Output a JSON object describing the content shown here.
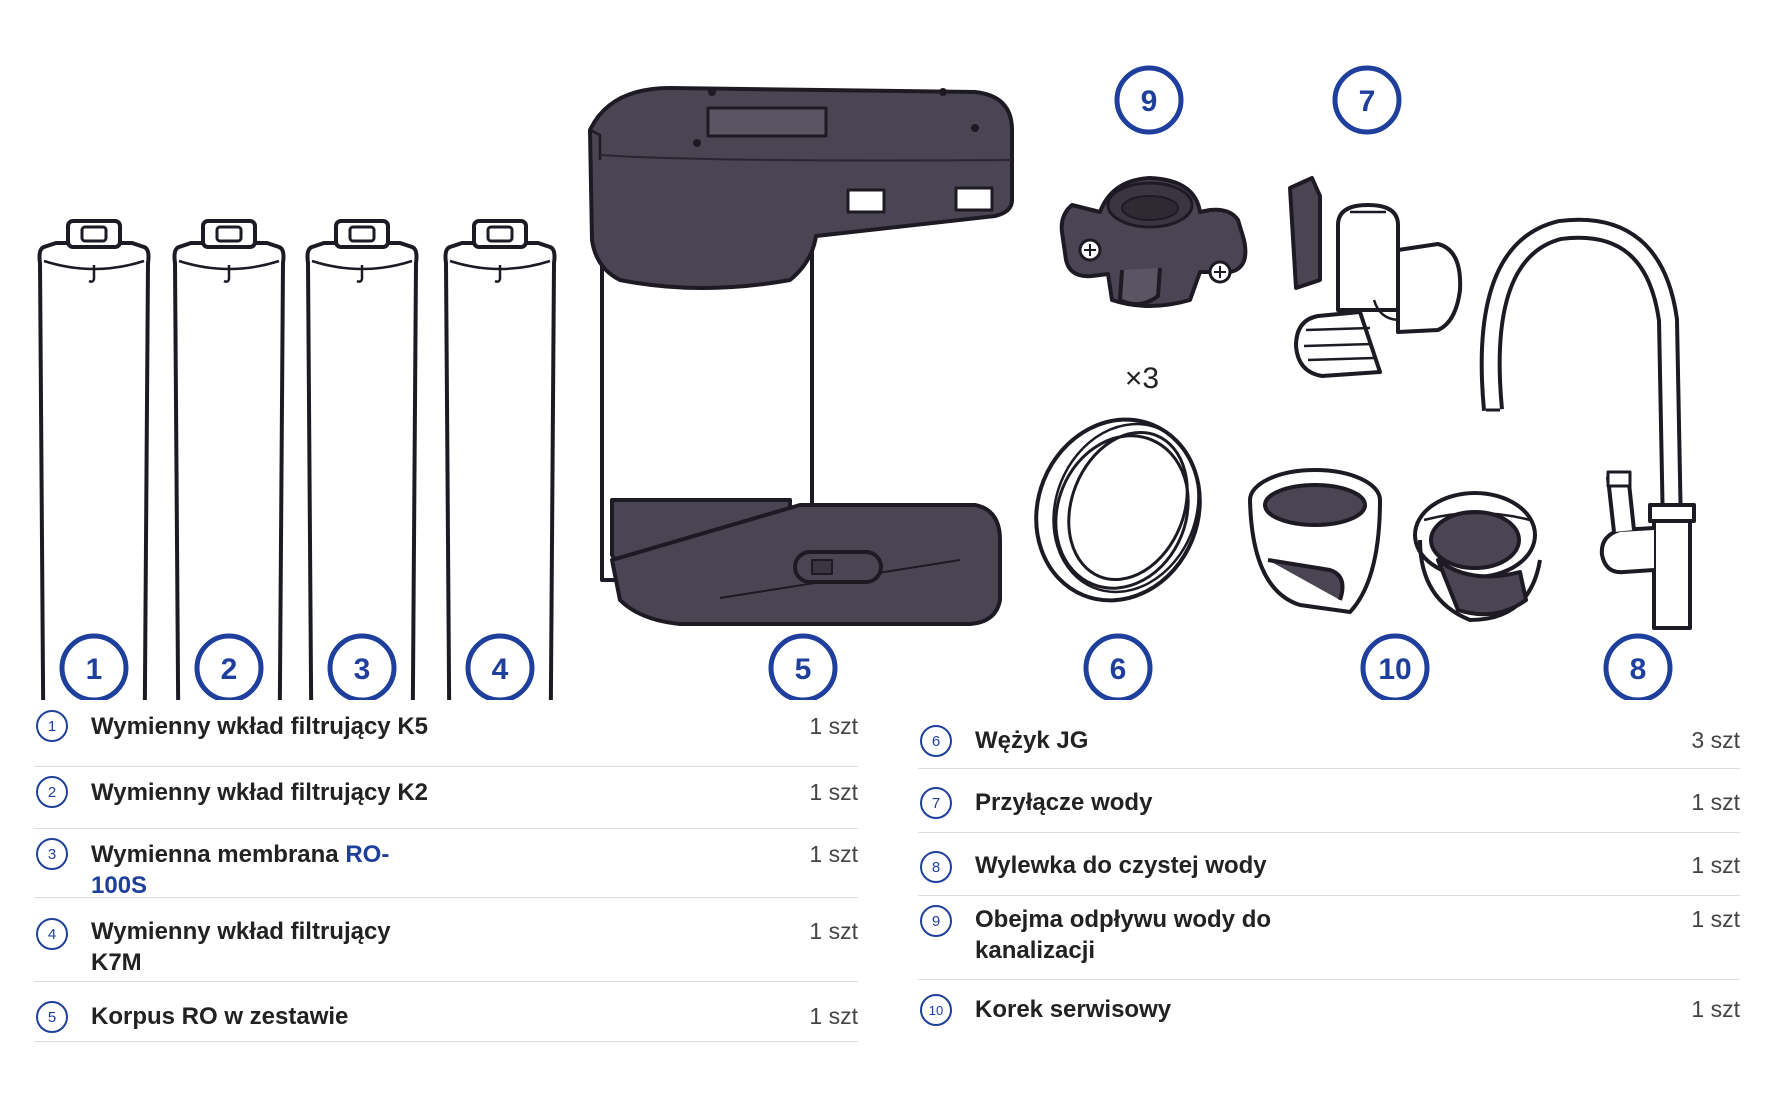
{
  "colors": {
    "accent": "#1e3f9c",
    "part_dark": "#4a4552",
    "outline": "#1e1a24",
    "divider": "#dcdcdc"
  },
  "badges": {
    "b1": "1",
    "b2": "2",
    "b3": "3",
    "b4": "4",
    "b5": "5",
    "b6": "6",
    "b7": "7",
    "b8": "8",
    "b9": "9",
    "b10": "10"
  },
  "multiplier": "×3",
  "parts_left": [
    {
      "num": "1",
      "name": "Wymienny wkład filtrujący K5",
      "qty": "1 szt"
    },
    {
      "num": "2",
      "name": "Wymienny wkład filtrujący K2",
      "qty": "1 szt"
    },
    {
      "num": "3",
      "name_prefix": "Wymienna membrana ",
      "name_link": "RO-100S",
      "qty": "1 szt"
    },
    {
      "num": "4",
      "name": "Wymienny wkład filtrujący K7M",
      "qty": "1 szt"
    },
    {
      "num": "5",
      "name": "Korpus RO w zestawie",
      "qty": "1 szt"
    }
  ],
  "parts_right": [
    {
      "num": "6",
      "name": "Wężyk JG",
      "qty": "3 szt"
    },
    {
      "num": "7",
      "name": "Przyłącze wody",
      "qty": "1 szt"
    },
    {
      "num": "8",
      "name": "Wylewka do czystej wody",
      "qty": "1 szt"
    },
    {
      "num": "9",
      "name": "Obejma odpływu wody do kanalizacji",
      "qty": "1 szt"
    },
    {
      "num": "10",
      "name": "Korek serwisowy",
      "qty": "1 szt"
    }
  ]
}
